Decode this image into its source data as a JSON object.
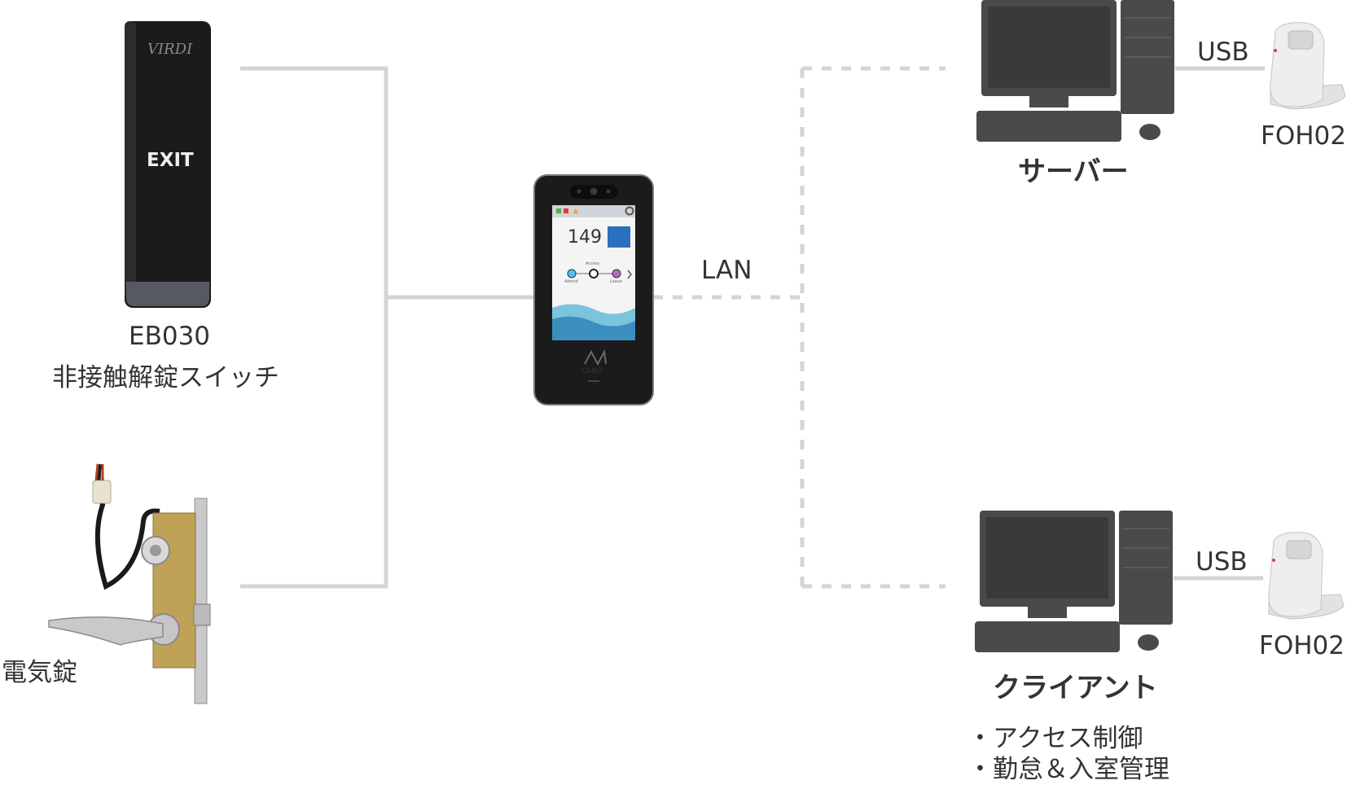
{
  "devices": {
    "exit_switch": {
      "brand": "VIRDI",
      "face_text": "EXIT",
      "model": "EB030",
      "name": "非接触解錠スイッチ"
    },
    "electric_lock": {
      "name": "電気錠"
    },
    "terminal": {
      "screen_number": "149",
      "screen_access": "Access",
      "screen_attend": "Attend",
      "screen_leave": "Leave",
      "card_text": "CARD"
    },
    "server": {
      "name": "サーバー",
      "usb_label": "USB",
      "scanner_model": "FOH02"
    },
    "client": {
      "name": "クライアント",
      "usb_label": "USB",
      "scanner_model": "FOH02",
      "features": [
        "・アクセス制御",
        "・勤怠＆入室管理"
      ]
    }
  },
  "connection": {
    "lan_label": "LAN"
  },
  "colors": {
    "line": "#d4d4d4",
    "computer": "#4a4a4a",
    "device_body": "#1b1b1b",
    "scanner": "#eeeeee",
    "screen_accent": "#2a6fc0"
  }
}
